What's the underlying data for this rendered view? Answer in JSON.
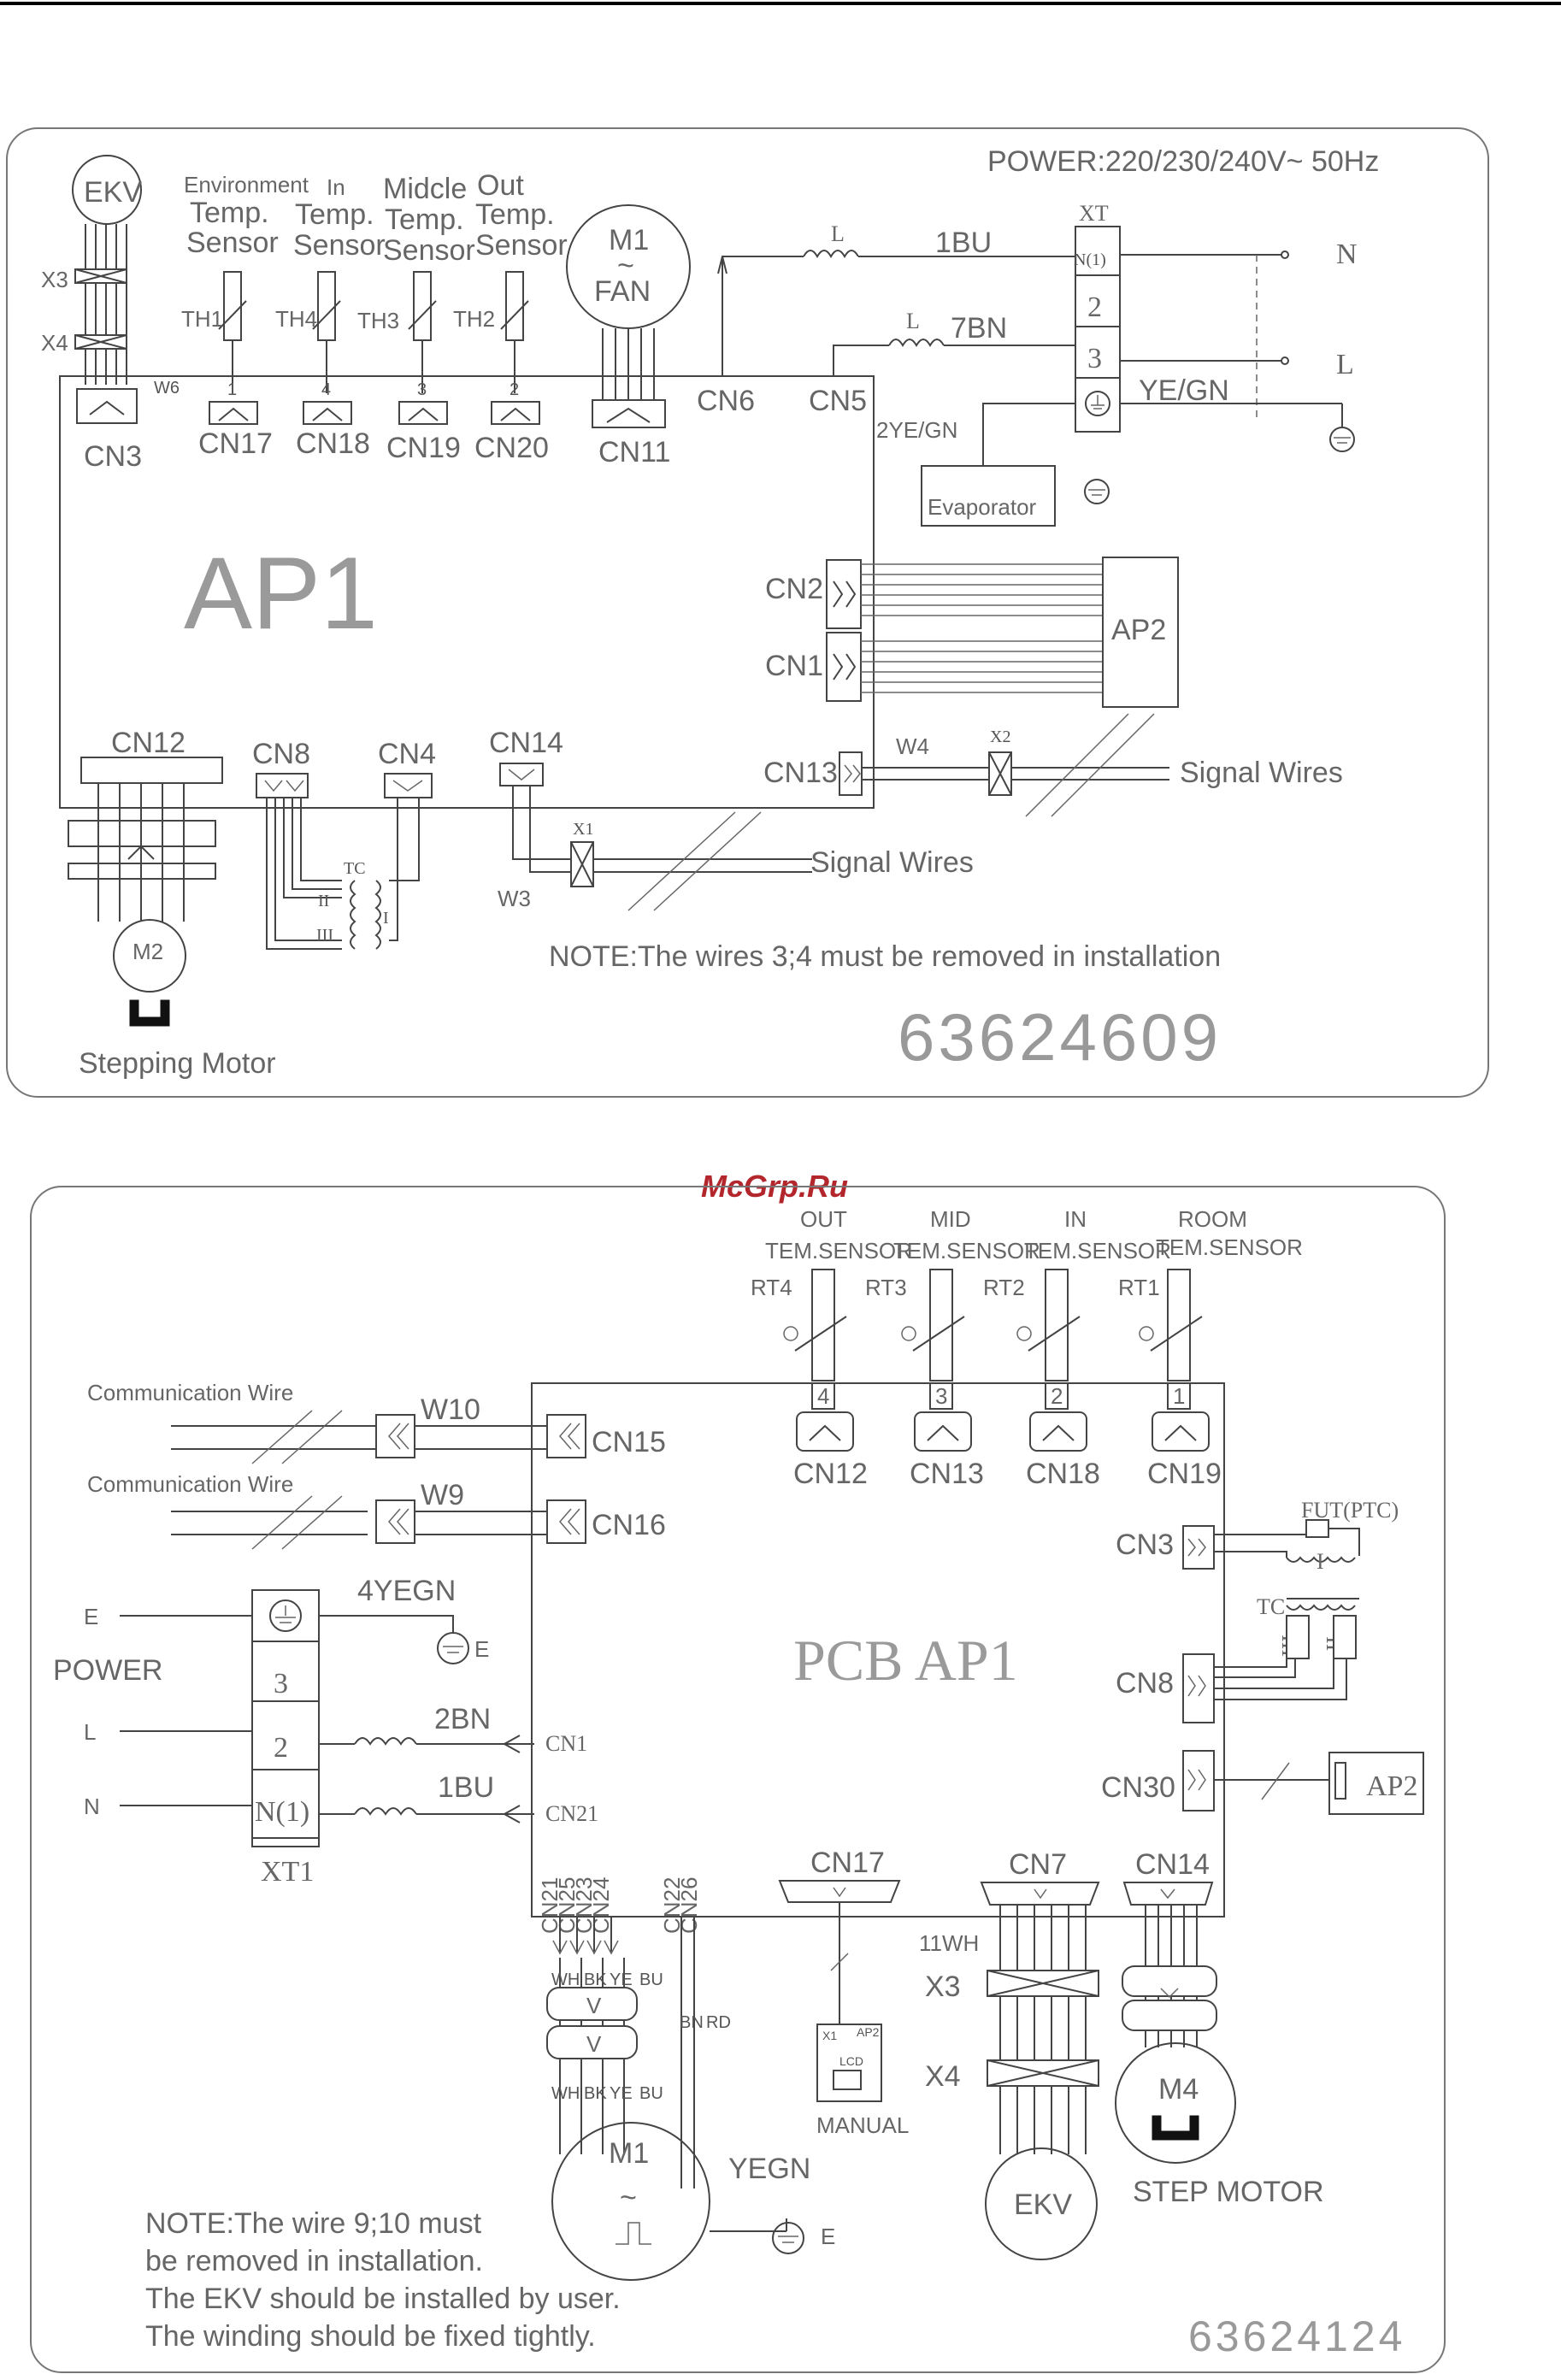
{
  "header_rule_color": "#000000",
  "watermark": {
    "text": "McGrp.Ru",
    "color": "#b3262c"
  },
  "diagram1": {
    "power": "POWER:220/230/240V~   50Hz",
    "xt": "XT",
    "terminals": [
      "N(1)",
      "2",
      "3"
    ],
    "n_label": "N",
    "l_label": "L",
    "ekv": "EKV",
    "x3": "X3",
    "x4": "X4",
    "w6": "W6",
    "cn3": "CN3",
    "env_sensor": [
      "Environment",
      "Temp.",
      "Sensor"
    ],
    "in_sensor": [
      "In",
      "Temp.",
      "Sensor"
    ],
    "mid_sensor": [
      "Midcle",
      "Temp.",
      "Sensor"
    ],
    "out_sensor": [
      "Out",
      "Temp.",
      "Sensor"
    ],
    "th": [
      "TH1",
      "TH4",
      "TH3",
      "TH2"
    ],
    "pins": [
      "1",
      "4",
      "3",
      "2"
    ],
    "sensor_cns": [
      "CN17",
      "CN18",
      "CN19",
      "CN20"
    ],
    "fan_m": "M1",
    "fan_tilde": "~",
    "fan": "FAN",
    "cn11": "CN11",
    "cn6": "CN6",
    "cn5": "CN5",
    "wire_1bu": "1BU",
    "wire_7bn": "7BN",
    "coil_l": "L",
    "yegn": "YE/GN",
    "yegn2": "2YE/GN",
    "evaporator": "Evaporator",
    "ap1": "AP1",
    "cn2": "CN2",
    "cn1": "CN1",
    "ap2": "AP2",
    "cn13": "CN13",
    "w4": "W4",
    "x2": "X2",
    "signal_wires_1": "Signal  Wires",
    "cn12": "CN12",
    "cn8": "CN8",
    "cn4": "CN4",
    "cn14": "CN14",
    "x1": "X1",
    "w3": "W3",
    "tc": "TC",
    "tc_ii": "II",
    "tc_iii": "III",
    "tc_i": "I",
    "signal_wires_2": "Signal  Wires",
    "m2": "M2",
    "stepping_motor": "Stepping  Motor",
    "note": "NOTE:The  wires  3;4  must  be  removed  in  installation",
    "code": "63624609"
  },
  "diagram2": {
    "sensors": [
      {
        "name": [
          "OUT",
          "TEM.SENSOR"
        ],
        "rt": "RT4",
        "pin": "4",
        "cn": "CN12"
      },
      {
        "name": [
          "MID",
          "TEM.SENSOR"
        ],
        "rt": "RT3",
        "pin": "3",
        "cn": "CN13"
      },
      {
        "name": [
          "IN",
          "TEM.SENSOR"
        ],
        "rt": "RT2",
        "pin": "2",
        "cn": "CN18"
      },
      {
        "name": [
          "ROOM",
          "TEM.SENSOR"
        ],
        "rt": "RT1",
        "pin": "1",
        "cn": "CN19"
      }
    ],
    "comm_wire_1": "Communication  Wire",
    "comm_wire_2": "Communication  Wire",
    "w10": "W10",
    "w9": "W9",
    "cn15": "CN15",
    "cn16": "CN16",
    "fut": "FUT(PTC)",
    "cn3": "CN3",
    "tc": "TC",
    "coil_i": "I",
    "coil_iii": "III",
    "coil_ii": "II",
    "cn8": "CN8",
    "pcb": "PCB  AP1",
    "e": "E",
    "power": "POWER",
    "l": "L",
    "n": "N",
    "xt1_terms": [
      "3",
      "2",
      "N(1)"
    ],
    "xt1": "XT1",
    "wire_4yegn": "4YEGN",
    "ground_e": "E",
    "wire_2bn": "2BN",
    "wire_1bu": "1BU",
    "cn1": "CN1",
    "cn21": "CN21",
    "cn30": "CN30",
    "ap2": "AP2",
    "bottom_cns": [
      "CN21",
      "CN25",
      "CN23",
      "CN24",
      "CN22",
      "CN26"
    ],
    "cn17": "CN17",
    "cn7": "CN7",
    "cn14": "CN14",
    "colors_top": [
      "WH",
      "BK",
      "YE",
      "BU"
    ],
    "bn": "BN",
    "rd": "RD",
    "v": "V",
    "colors_bottom": [
      "WH",
      "BK",
      "YE",
      "BU"
    ],
    "ap2_small": "AP2",
    "x1_small": "X1",
    "lcd": "LCD",
    "manual": "MANUAL",
    "wh11": "11WH",
    "x3": "X3",
    "x4": "X4",
    "m4": "M4",
    "step_motor": "STEP  MOTOR",
    "ekv": "EKV",
    "m1": "M1",
    "tilde": "~",
    "yegn": "YEGN",
    "motor_e": "E",
    "note": [
      "NOTE:The  wire  9;10  must",
      "be  removed  in  installation.",
      "The  EKV  should  be  installed  by  user.",
      "The  winding  should  be  fixed  tightly."
    ],
    "code": "63624124"
  }
}
